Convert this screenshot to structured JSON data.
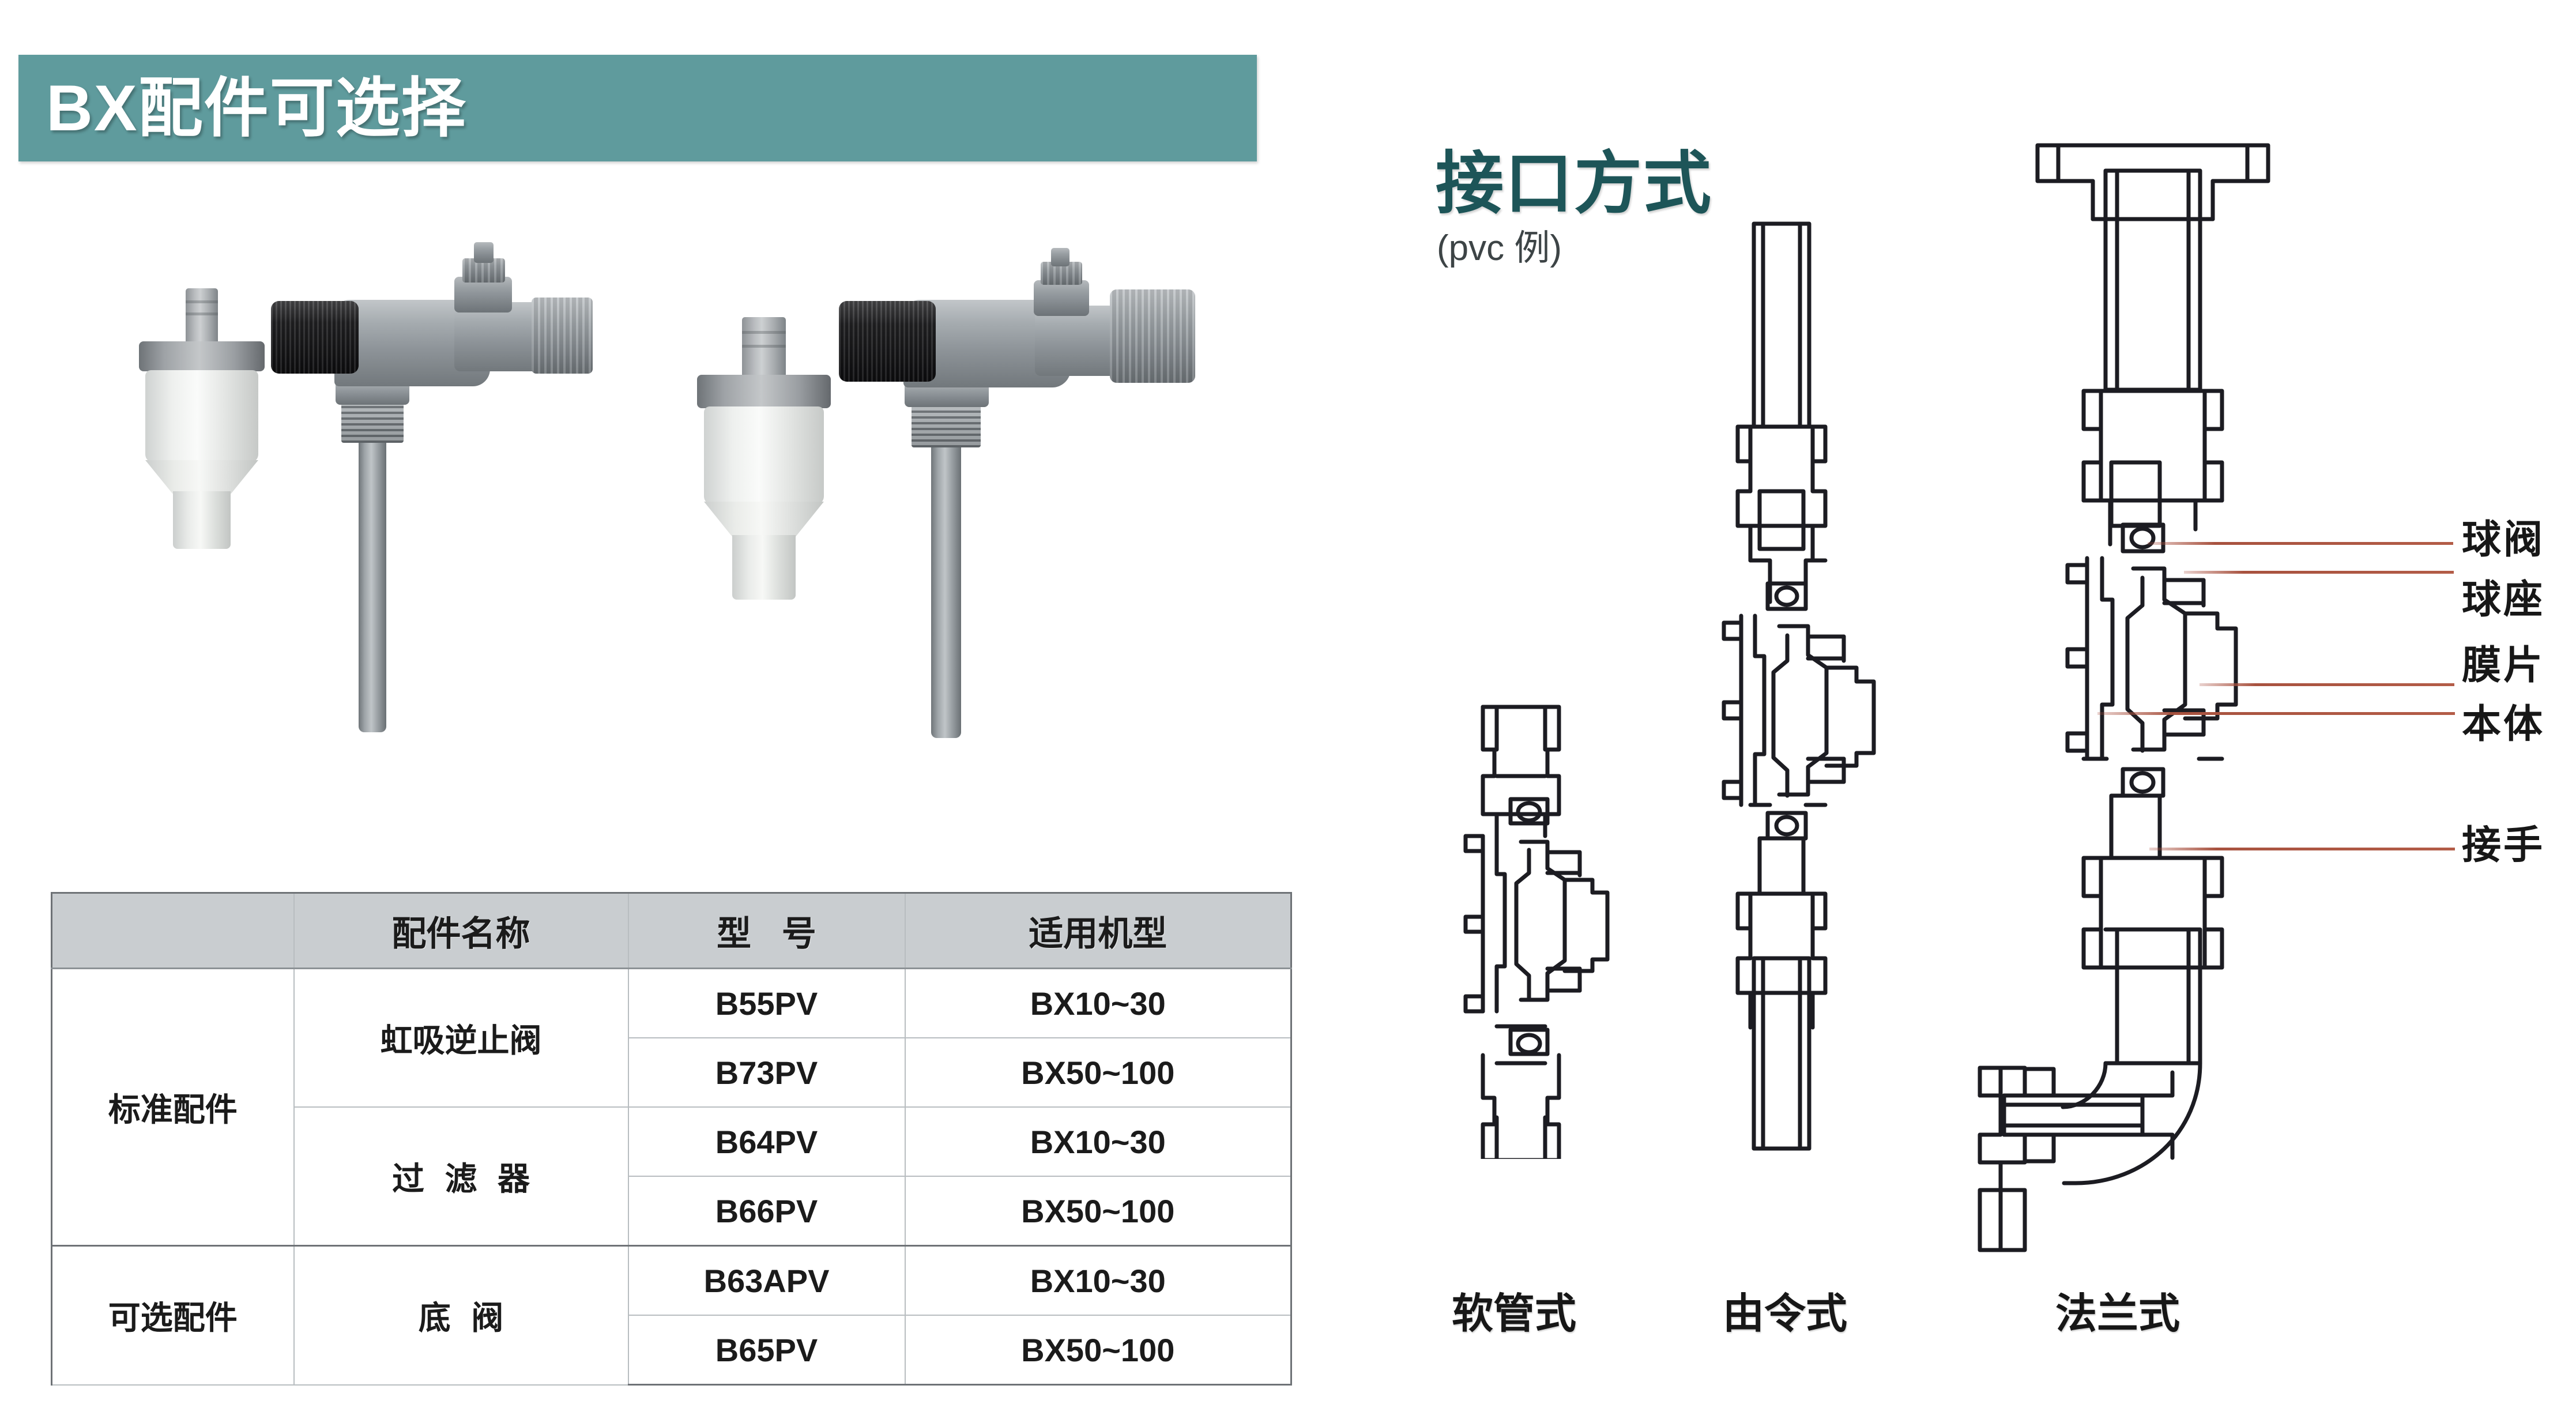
{
  "banner": {
    "title": "BX配件可选择",
    "bg_color": "#5f9b9d",
    "text_color": "#ffffff"
  },
  "products": [
    {
      "badge": "B64PV",
      "kind": "filter",
      "name": "过滤器"
    },
    {
      "badge": "B55PV",
      "kind": "valve",
      "name": "虹吸逆止阀"
    },
    {
      "badge": "B66PV",
      "kind": "filter",
      "name": "过滤器"
    },
    {
      "badge": "B73PV",
      "kind": "valve",
      "name": "虹吸逆止阀"
    }
  ],
  "spec_table": {
    "headers": [
      "",
      "配件名称",
      "型  号",
      "适用机型"
    ],
    "rows": [
      {
        "category": "标准配件",
        "part_name": "虹吸逆止阀",
        "model": "B55PV",
        "applicable": "BX10~30"
      },
      {
        "category": "标准配件",
        "part_name": "虹吸逆止阀",
        "model": "B73PV",
        "applicable": "BX50~100"
      },
      {
        "category": "标准配件",
        "part_name": "过 滤 器",
        "model": "B64PV",
        "applicable": "BX10~30"
      },
      {
        "category": "标准配件",
        "part_name": "过 滤 器",
        "model": "B66PV",
        "applicable": "BX50~100"
      },
      {
        "category": "可选配件",
        "part_name": "底 阀",
        "model": "B63APV",
        "applicable": "BX10~30"
      },
      {
        "category": "可选配件",
        "part_name": "底 阀",
        "model": "B65PV",
        "applicable": "BX50~100"
      }
    ],
    "category_labels": [
      "标准配件",
      "可选配件"
    ],
    "part_labels": [
      "虹吸逆止阀",
      "过 滤 器",
      "底 阀"
    ],
    "header_bg": "#c9cdd0"
  },
  "connection": {
    "title": "接口方式",
    "subtitle": "(pvc 例)",
    "title_color": "#1d5558",
    "types": [
      {
        "label": "软管式"
      },
      {
        "label": "由令式"
      },
      {
        "label": "法兰式"
      }
    ],
    "callouts": [
      {
        "label": "球阀"
      },
      {
        "label": "球座"
      },
      {
        "label": "膜片"
      },
      {
        "label": "本体"
      },
      {
        "label": "接手"
      }
    ],
    "leader_color": "#a8523f"
  }
}
